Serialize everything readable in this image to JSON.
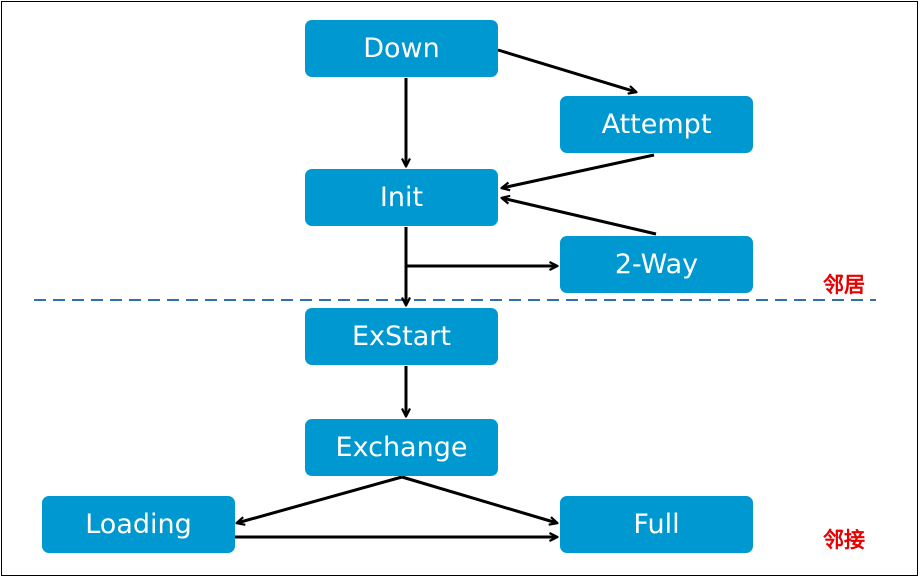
{
  "states": {
    "down": "Down",
    "attempt": "Attempt",
    "init": "Init",
    "two_way": "2-Way",
    "exstart": "ExStart",
    "exchange": "Exchange",
    "loading": "Loading",
    "full": "Full"
  },
  "side_labels": {
    "neighbor": "邻居",
    "adjacency": "邻接"
  },
  "colors": {
    "node_fill": "#0098d0",
    "node_text": "#ffffff",
    "arrow": "#000000",
    "divider": "#2f6fb2",
    "label": "#e60000"
  }
}
